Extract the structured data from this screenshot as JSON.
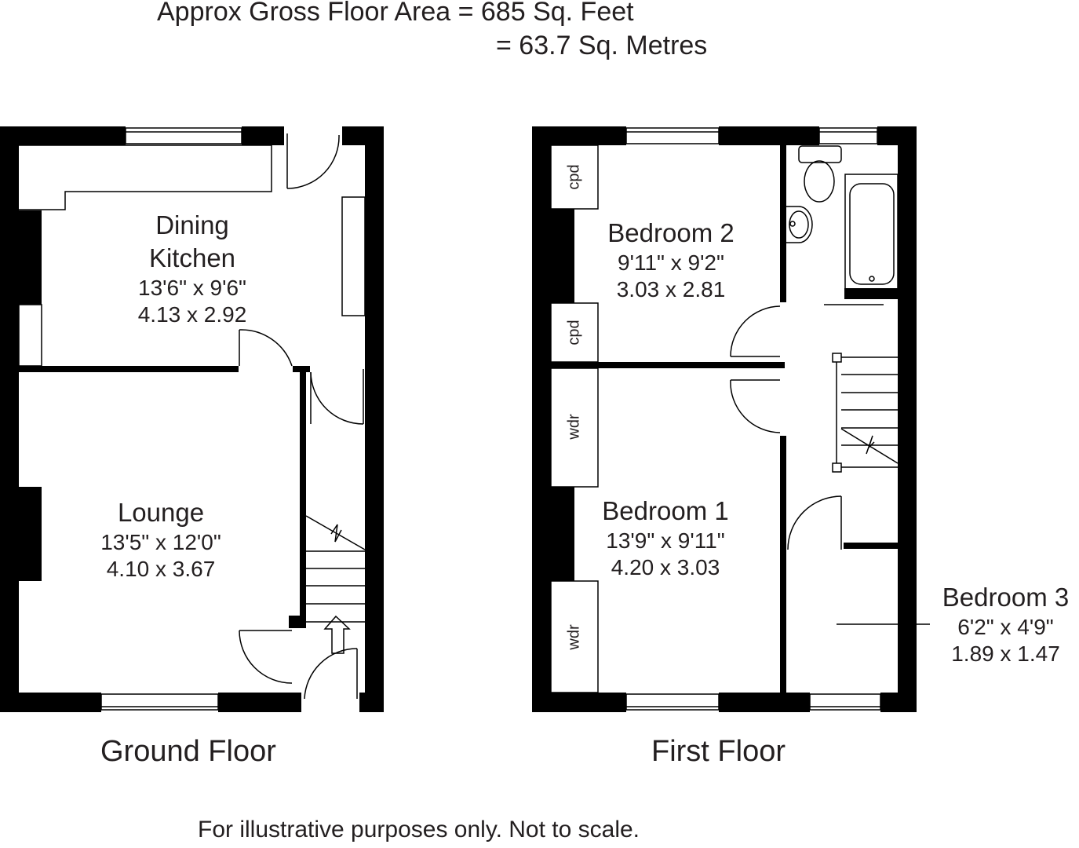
{
  "header": {
    "line1": "Approx Gross Floor Area  =  685  Sq. Feet",
    "line2": "=  63.7  Sq. Metres",
    "area_sqft": "685",
    "area_sqm": "63.7"
  },
  "ground_floor": {
    "label": "Ground Floor",
    "rooms": [
      {
        "name": "Dining",
        "name2": "Kitchen",
        "imperial": "13'6\"  x  9'6\"",
        "metric": "4.13  x  2.92"
      },
      {
        "name": "Lounge",
        "imperial": "13'5\"  x  12'0\"",
        "metric": "4.10  x  3.67"
      }
    ]
  },
  "first_floor": {
    "label": "First Floor",
    "rooms": [
      {
        "name": "Bedroom 2",
        "imperial": "9'11\"  x  9'2\"",
        "metric": "3.03  x  2.81"
      },
      {
        "name": "Bedroom 1",
        "imperial": "13'9\"  x  9'11\"",
        "metric": "4.20  x  3.03"
      },
      {
        "name": "Bedroom 3",
        "imperial": "6'2\"  x  4'9\"",
        "metric": "1.89  x  1.47"
      }
    ],
    "storage": [
      "cpd",
      "cpd",
      "wdr",
      "wdr"
    ]
  },
  "footer": {
    "disclaimer": "For illustrative purposes only. Not to scale."
  },
  "colors": {
    "wall": "#000000",
    "background": "#ffffff",
    "text": "#231f20"
  }
}
